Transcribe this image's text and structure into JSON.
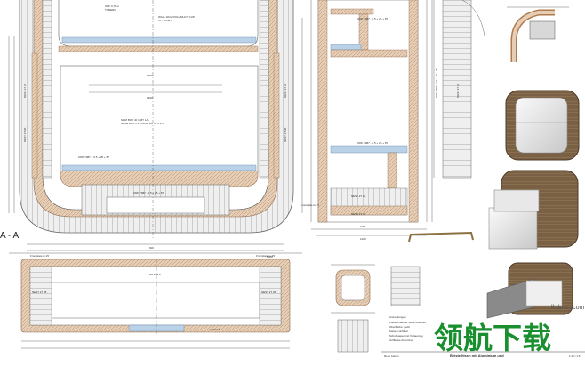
{
  "section_label": "A - A",
  "plan": {
    "top_note_left": "OBF 0,78 m",
    "top_note_left2": "TOBERG",
    "top_note_center": "WALL WLG ROLL MULTI CUP",
    "top_note_center2": "5T 79 DWT",
    "center_note_1": "SLIM BOX 40 1 MT LAL",
    "center_note_2": "GLUE BOX 1.1 FINISH BO 12.1 1.1",
    "label_center_top": "1990",
    "label_center_mid": "1990",
    "left_label_1": "NEST 27 28",
    "left_label_2": "NEST 27 30",
    "right_label_1": "NEST 27 28",
    "right_label_2": "NEST 27 30",
    "lower_note": "ORF 7987 + 0.5 + 25 + 87",
    "bottom_label": "ORF 7987 - 0.5 + 25 + 87",
    "dim_bottom": "600",
    "dim_bottom_right": "1000"
  },
  "elevation": {
    "title_left": "Frontplate to 25",
    "title_right": "Frontplate to 25",
    "left_label": "NEST 27 28",
    "right_label": "NEST 27 26",
    "center_label": "DRAHT 6",
    "bottom_label": "1490 3.5"
  },
  "section_detail": {
    "label_1": "ORF 7987 - 0.5 + 25 + 87",
    "label_2": "ORF 7987 - 0.5 + 25 + 87",
    "label_3": "NEST 27 28",
    "label_4": "NEST 27 28",
    "label_5": "Frontplate to 25",
    "dim_1": "1185",
    "dim_2": "1200"
  },
  "vertical_strip": {
    "label_1": "DTK 7987 - 4.0 + 26 + 87",
    "label_2": "NEST 27 28"
  },
  "detail_small": {
    "notes_title": "Anmerkungen",
    "notes": [
      "Plattenmaterial: Birke Multiplex",
      "Oberfläche: geölt",
      "Kanten sichtbar",
      "Schubkasten mit Vollauszug",
      "Griffleiste Aluminium"
    ]
  },
  "title_block": {
    "drawn_by": "Rene Kamm",
    "title": "Beistelltisch mit Aluminium und",
    "scale": "1:10 / 1:5"
  },
  "watermark": {
    "text": "领航下载",
    "url": "lhdown.com"
  }
}
